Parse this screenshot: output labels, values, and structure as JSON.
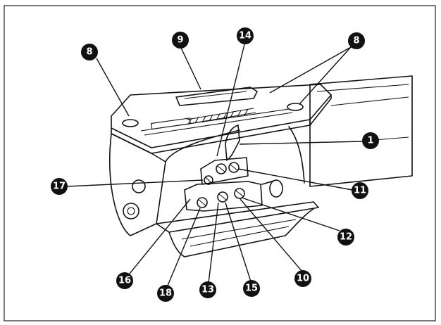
{
  "callouts": [
    {
      "id": "8a",
      "label": "8"
    },
    {
      "id": "9",
      "label": "9"
    },
    {
      "id": "14",
      "label": "14"
    },
    {
      "id": "8b",
      "label": "8"
    },
    {
      "id": "1",
      "label": "1"
    },
    {
      "id": "17",
      "label": "17"
    },
    {
      "id": "11",
      "label": "11"
    },
    {
      "id": "12",
      "label": "12"
    },
    {
      "id": "16",
      "label": "16"
    },
    {
      "id": "18",
      "label": "18"
    },
    {
      "id": "13",
      "label": "13"
    },
    {
      "id": "15",
      "label": "15"
    },
    {
      "id": "10",
      "label": "10"
    }
  ]
}
